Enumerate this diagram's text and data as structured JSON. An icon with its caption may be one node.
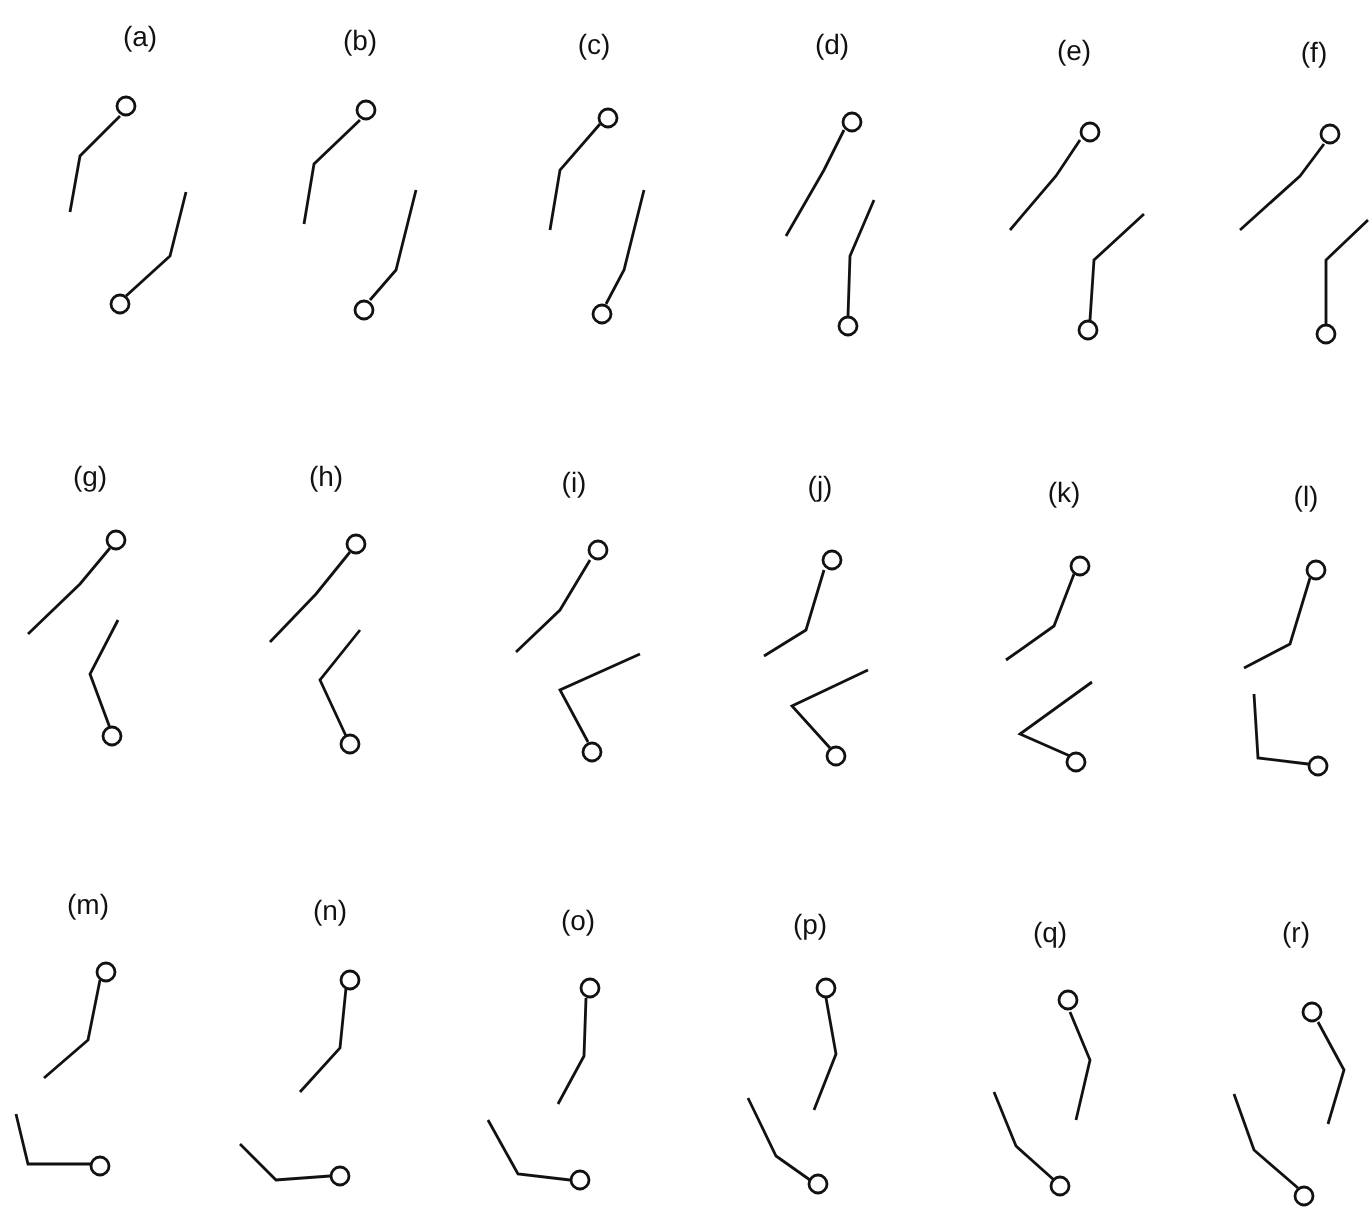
{
  "diagram": {
    "labels": [
      "(a)",
      "(b)",
      "(c)",
      "(d)",
      "(e)",
      "(f)",
      "(g)",
      "(h)",
      "(i)",
      "(j)",
      "(k)",
      "(l)",
      "(m)",
      "(n)",
      "(o)",
      "(p)",
      "(q)",
      "(r)"
    ]
  }
}
